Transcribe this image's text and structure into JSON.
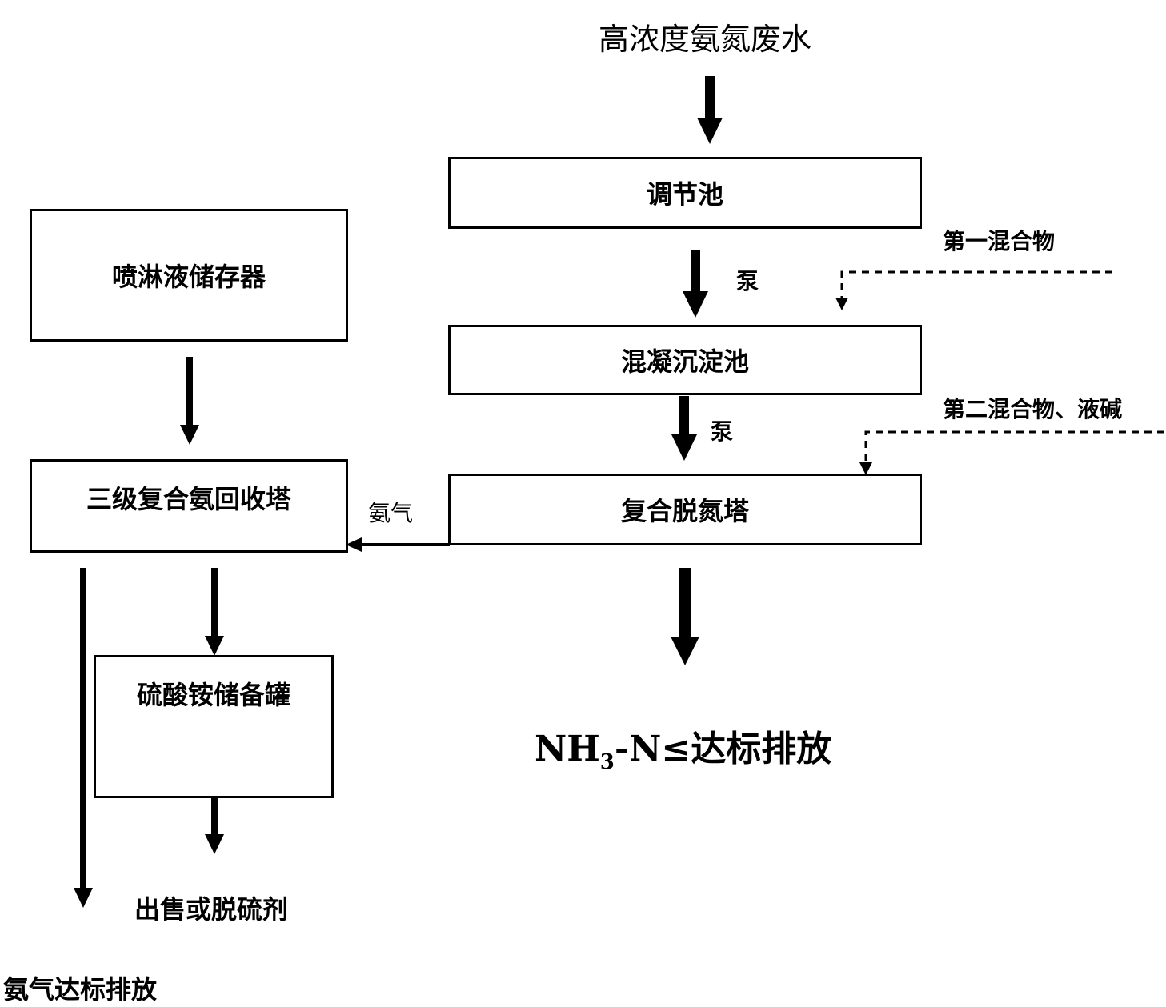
{
  "inputs": {
    "wastewater": "高浓度氨氮废水",
    "first_mixture": "第一混合物",
    "second_mixture": "第二混合物、液碱"
  },
  "boxes": {
    "regulating_tank": "调节池",
    "coagulation_tank": "混凝沉淀池",
    "denitrification_tower": "复合脱氮塔",
    "spray_storage": "喷淋液储存器",
    "recovery_tower": "三级复合氨回收塔",
    "ammonium_sulfate_tank": "硫酸铵储备罐"
  },
  "labels": {
    "pump_1": "泵",
    "pump_2": "泵",
    "ammonia_gas": "氨气"
  },
  "outputs": {
    "discharge_prefix": "NH",
    "discharge_sub": "3",
    "discharge_suffix": "-N≤达标排放",
    "sale_or_desulfurizer": "出售或脱硫剂",
    "ammonia_gas_discharge": "氨气达标排放"
  }
}
